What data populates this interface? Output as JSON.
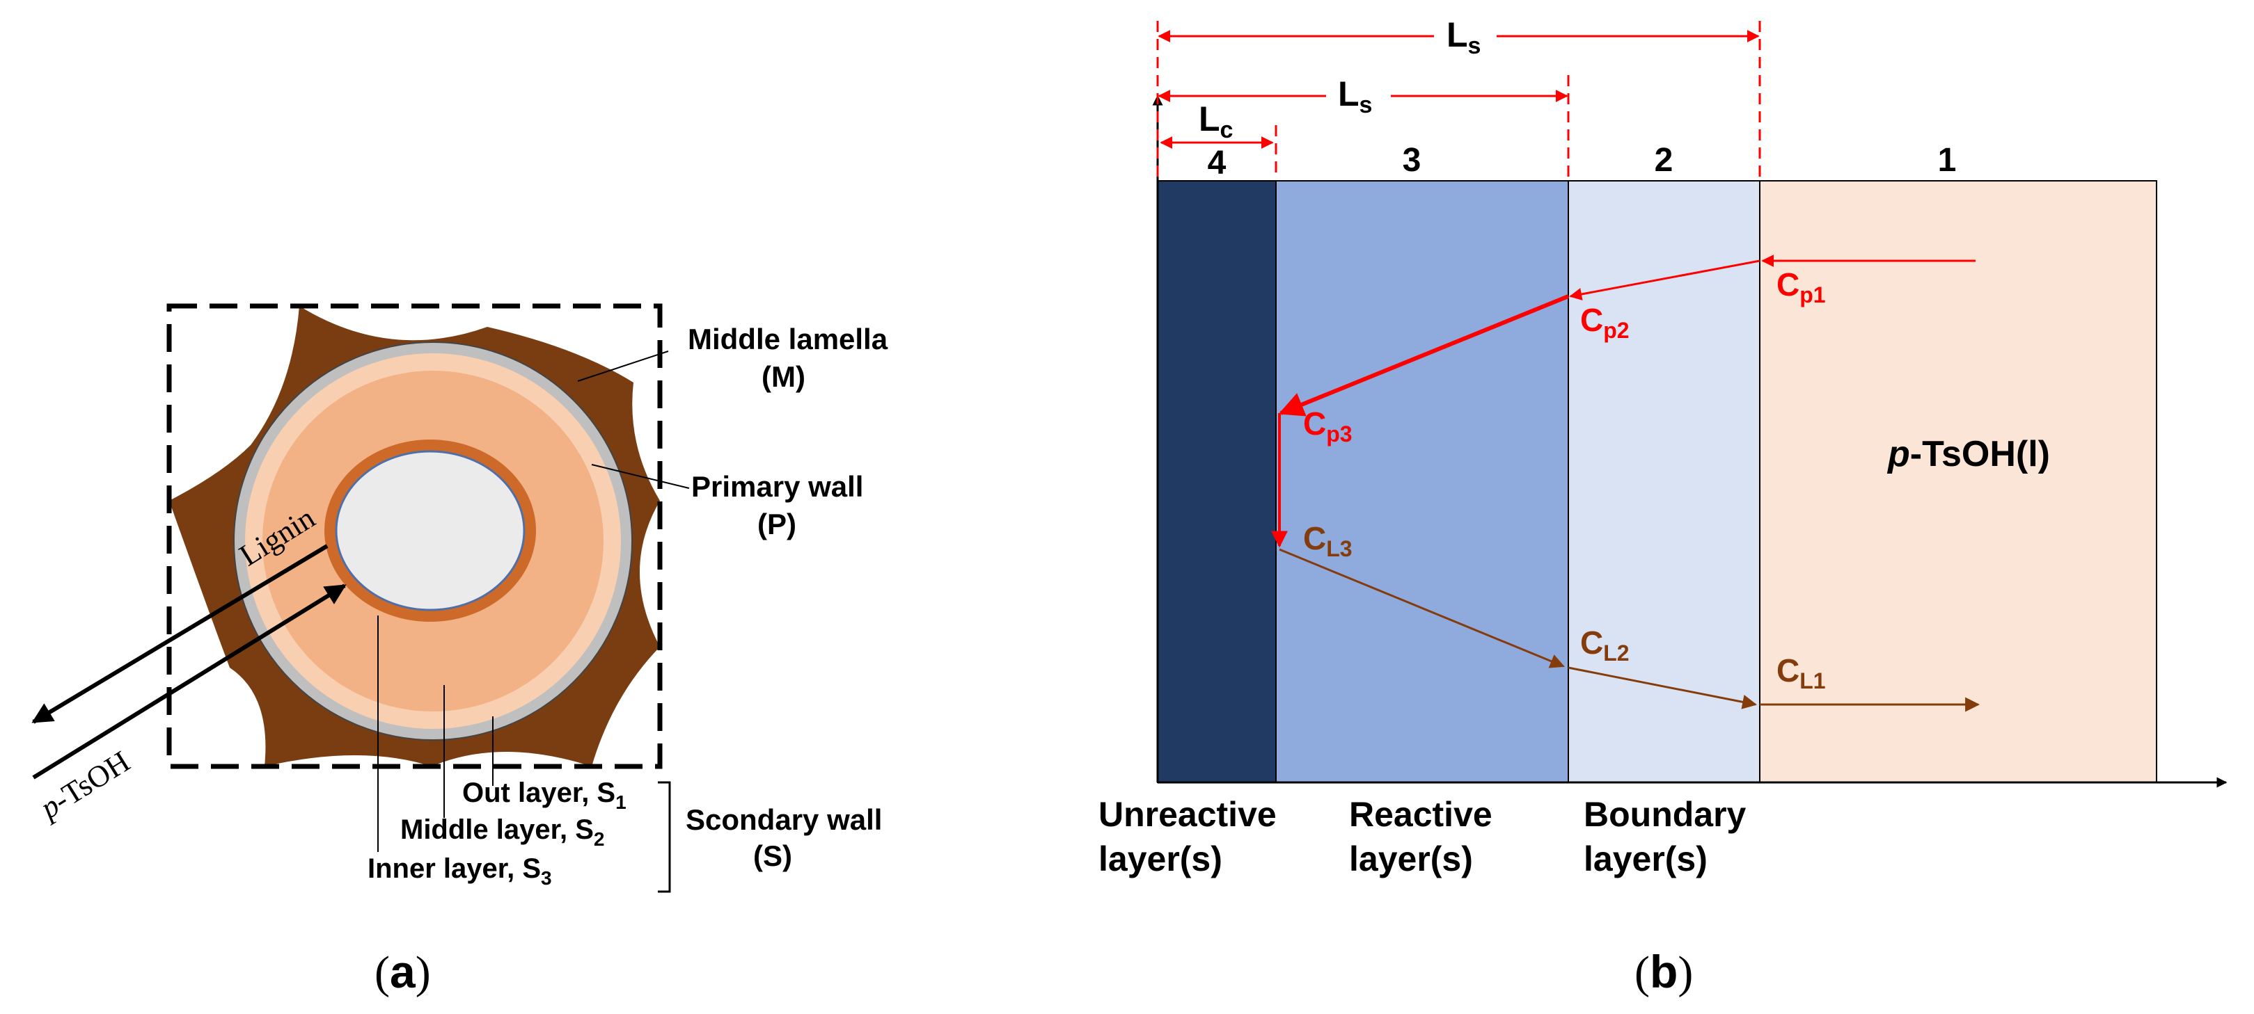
{
  "panel_a": {
    "caption": "a",
    "labels": {
      "middle_lamella": "Middle lamella",
      "middle_lamella_sym": "(M)",
      "primary_wall": "Primary wall",
      "primary_wall_sym": "(P)",
      "lignin": "Lignin",
      "reagent": "-TsOH",
      "reagent_prefix": "p",
      "out_layer": "Out layer, S",
      "out_layer_sub": "1",
      "middle_layer": "Middle layer, S",
      "middle_layer_sub": "2",
      "inner_layer": "Inner layer, S",
      "inner_layer_sub": "3",
      "secondary_wall": "Scondary wall",
      "secondary_wall_sym": "(S)"
    },
    "colors": {
      "middle_lamella": "#7a3d11",
      "primary_wall": "#bfbfbf",
      "s1": "#f8cfb0",
      "s2": "#f3b285",
      "s3": "#cd6a2a",
      "lumen": "#ebebeb"
    }
  },
  "panel_b": {
    "caption": "b",
    "zones": [
      {
        "number": "4",
        "label_line1": "Unreactive",
        "label_line2": "layer(s)",
        "color": "#213a64"
      },
      {
        "number": "3",
        "label_line1": "Reactive",
        "label_line2": "layer(s)",
        "color": "#8faadc"
      },
      {
        "number": "2",
        "label_line1": "Boundary",
        "label_line2": "layer(s)",
        "color": "#dae3f3"
      },
      {
        "number": "1",
        "label_line1": "",
        "label_line2": "",
        "color": "#fbe5d6"
      }
    ],
    "dimensions": {
      "ls_outer": {
        "main": "L",
        "sub": "s"
      },
      "ls_inner": {
        "main": "L",
        "sub": "s"
      },
      "lc": {
        "main": "L",
        "sub": "c"
      }
    },
    "concentrations_p": [
      {
        "main": "C",
        "sub": "p1"
      },
      {
        "main": "C",
        "sub": "p2"
      },
      {
        "main": "C",
        "sub": "p3"
      }
    ],
    "concentrations_l": [
      {
        "main": "C",
        "sub": "L3"
      },
      {
        "main": "C",
        "sub": "L2"
      },
      {
        "main": "C",
        "sub": "L1"
      }
    ],
    "bulk_label": {
      "prefix": "p",
      "rest": "-TsOH(l)"
    },
    "colors": {
      "p_profile": "#ff0000",
      "l_profile": "#843c0c",
      "dim_line": "#ff0000"
    }
  }
}
